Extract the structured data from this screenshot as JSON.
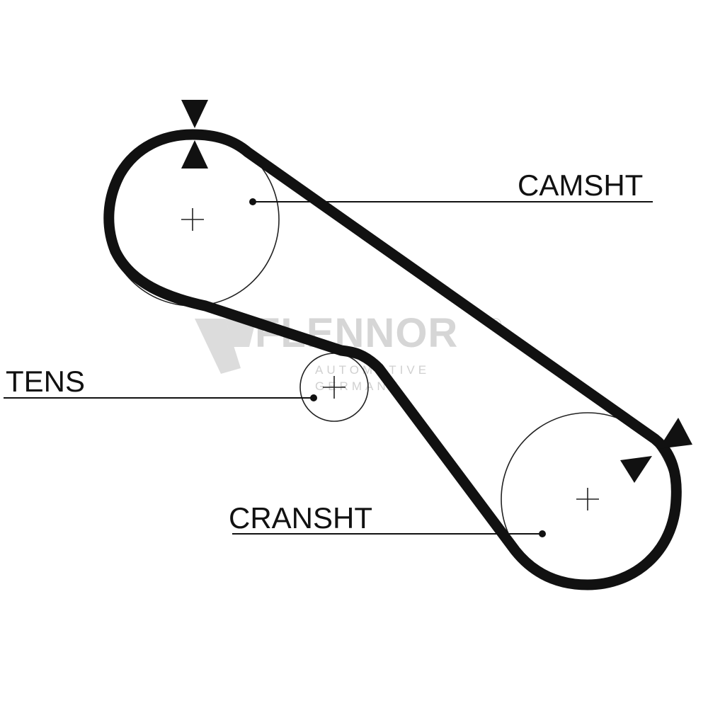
{
  "labels": {
    "camshaft": "CAMSHT",
    "tensioner": "TENS",
    "crankshaft": "CRANSHT"
  },
  "watermark": {
    "brand": "FLENNOR",
    "registered": "®",
    "line1": "AUTOMOTIVE",
    "line2": "GERMANY"
  },
  "colors": {
    "belt": "#111111",
    "outline": "#222222",
    "watermark": "#d6d6d6"
  }
}
